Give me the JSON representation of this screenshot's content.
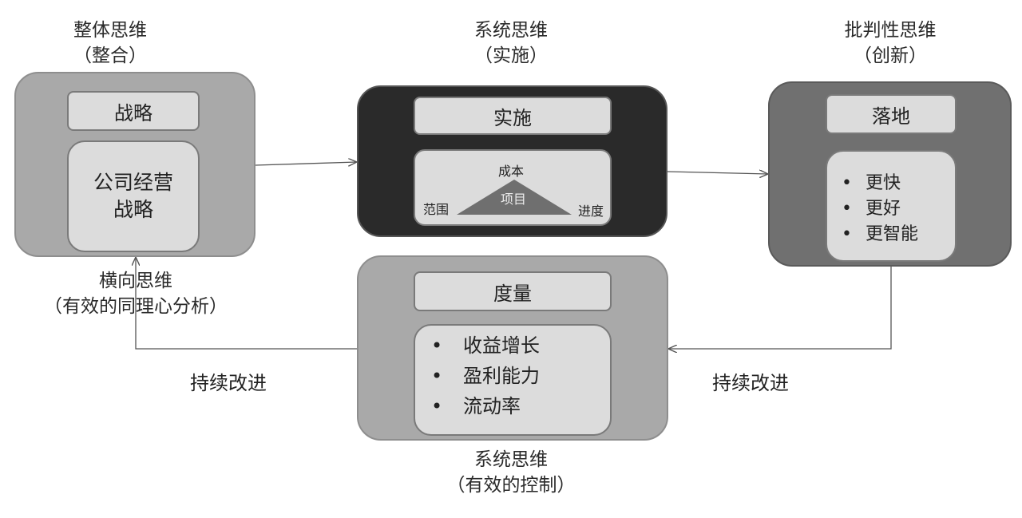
{
  "captions": {
    "holistic": {
      "line1": "整体思维",
      "line2": "（整合）"
    },
    "systems_impl": {
      "line1": "系统思维",
      "line2": "（实施）"
    },
    "critical": {
      "line1": "批判性思维",
      "line2": "（创新）"
    },
    "lateral": {
      "line1": "横向思维",
      "line2": "（有效的同理心分析）"
    },
    "systems_control": {
      "line1": "系统思维",
      "line2": "（有效的控制）"
    }
  },
  "strategy_panel": {
    "title": "战略",
    "body_line1": "公司经营",
    "body_line2": "战略"
  },
  "implementation_panel": {
    "title": "实施",
    "triangle": {
      "top": "成本",
      "center": "项目",
      "left": "范围",
      "right": "进度"
    }
  },
  "landing_panel": {
    "title": "落地",
    "bullets": [
      "更快",
      "更好",
      "更智能"
    ]
  },
  "measure_panel": {
    "title": "度量",
    "bullets": [
      "收益增长",
      "盈利能力",
      "流动率"
    ]
  },
  "flow_labels": {
    "left": "持续改进",
    "right": "持续改进"
  },
  "bullet_char": "•"
}
